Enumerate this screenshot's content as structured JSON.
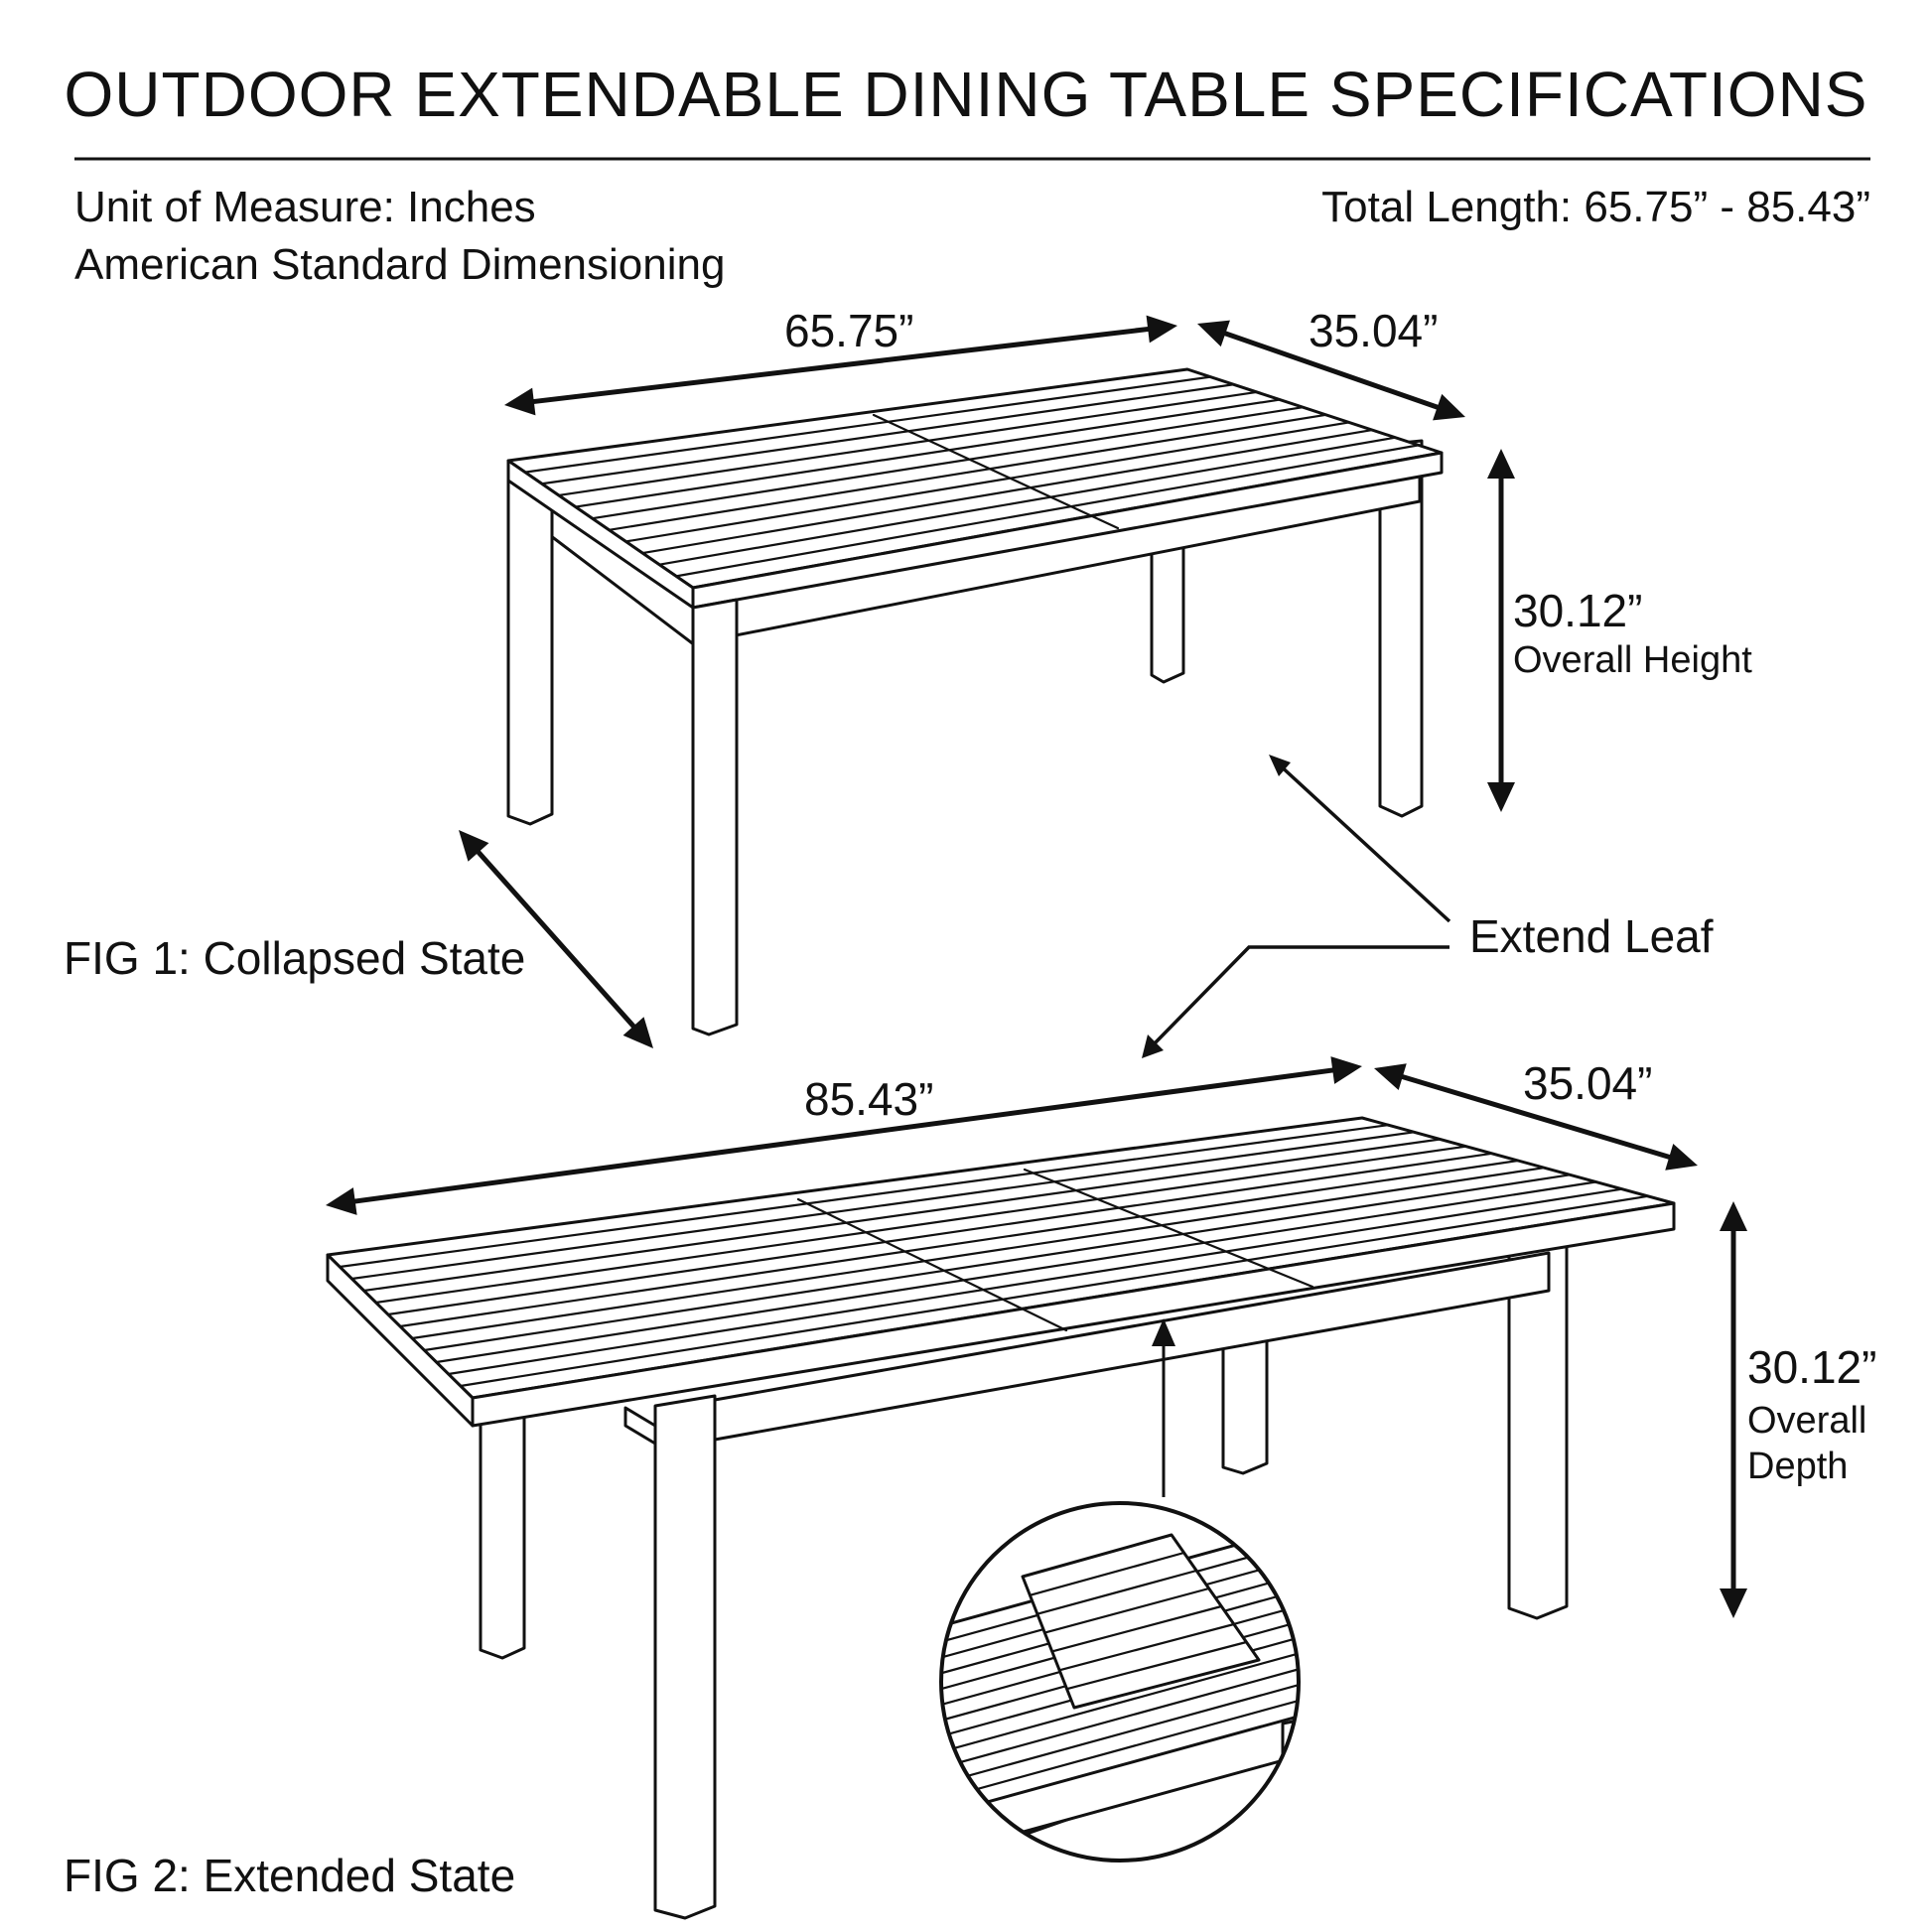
{
  "title": "OUTDOOR EXTENDABLE DINING TABLE SPECIFICATIONS",
  "info": {
    "unit": "Unit of Measure: Inches",
    "standard": "American Standard Dimensioning",
    "total_length": "Total Length: 65.75” - 85.43”"
  },
  "fig1": {
    "caption": "FIG 1: Collapsed State",
    "length": "65.75”",
    "depth": "35.04”",
    "height_value": "30.12”",
    "height_label": "Overall Height"
  },
  "fig2": {
    "caption": "FIG 2: Extended State",
    "length": "85.43”",
    "depth": "35.04”",
    "height_value": "30.12”",
    "height_label_1": "Overall",
    "height_label_2": "Depth"
  },
  "callout": {
    "label": "Extend Leaf"
  },
  "colors": {
    "ink": "#111111",
    "background": "#ffffff"
  }
}
